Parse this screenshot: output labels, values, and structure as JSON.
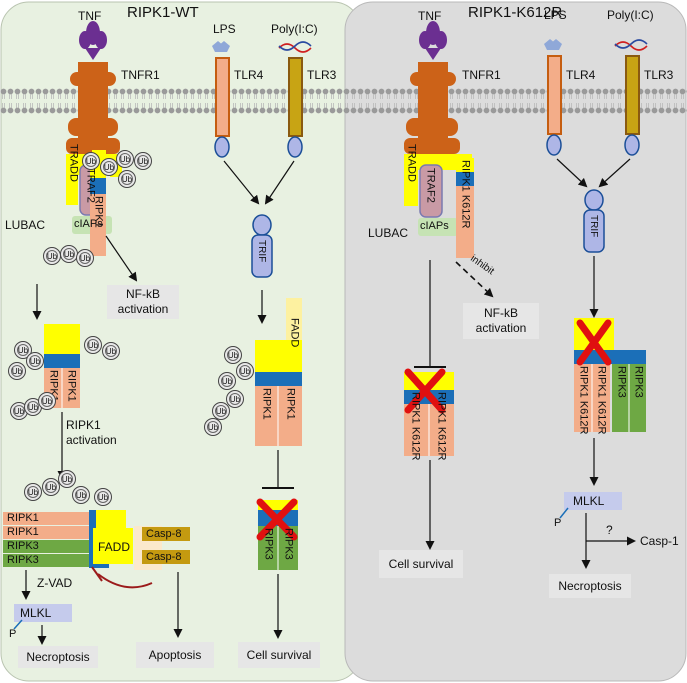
{
  "panels": {
    "left_title": "RIPK1-WT",
    "right_title": "RIPK1-K612R"
  },
  "ligands": {
    "tnf": "TNF",
    "lps": "LPS",
    "polyic": "Poly(I:C)"
  },
  "receptors": {
    "tnfr1": "TNFR1",
    "tlr4": "TLR4",
    "tlr3": "TLR3"
  },
  "adaptors": {
    "tradd": "TRADD",
    "traf2": "TRAF2",
    "ciaps": "cIAPs",
    "lubac": "LUBAC",
    "trif": "TRIF",
    "fadd": "FADD",
    "casp8": "Casp-8"
  },
  "kinases": {
    "ripk1": "RIPK1",
    "ripk1_mut": "RIPK1 K612R",
    "ripk3": "RIPK3",
    "mlkl": "MLKL"
  },
  "labels": {
    "ub": "Ub",
    "ripk1_activation": "RIPK1\nactivation",
    "zvad": "Z-VAD",
    "p": "P",
    "inhibit": "inhibit",
    "question": "?"
  },
  "outcomes": {
    "nfkb": "NF-kB\nactivation",
    "necroptosis": "Necroptosis",
    "apoptosis": "Apoptosis",
    "cell_survival": "Cell survival",
    "casp1": "Casp-1"
  },
  "colors": {
    "left_bg": "#e8f1e1",
    "right_bg": "#dcdcdc",
    "membrane": "#a8a8a8",
    "receptor_orange": "#cc6218",
    "tnf_purple": "#6b2f91",
    "yellow": "#ffff00",
    "blue": "#1b6fb8",
    "salmon": "#f3ad89",
    "green": "#6ea844",
    "trif": "#aeb6e6",
    "mlkl": "#c5cbec",
    "ciaps": "#c6e3b4",
    "casp8": "#c49a10",
    "red_x": "#e01010",
    "dark_red": "#9b1b1b"
  }
}
